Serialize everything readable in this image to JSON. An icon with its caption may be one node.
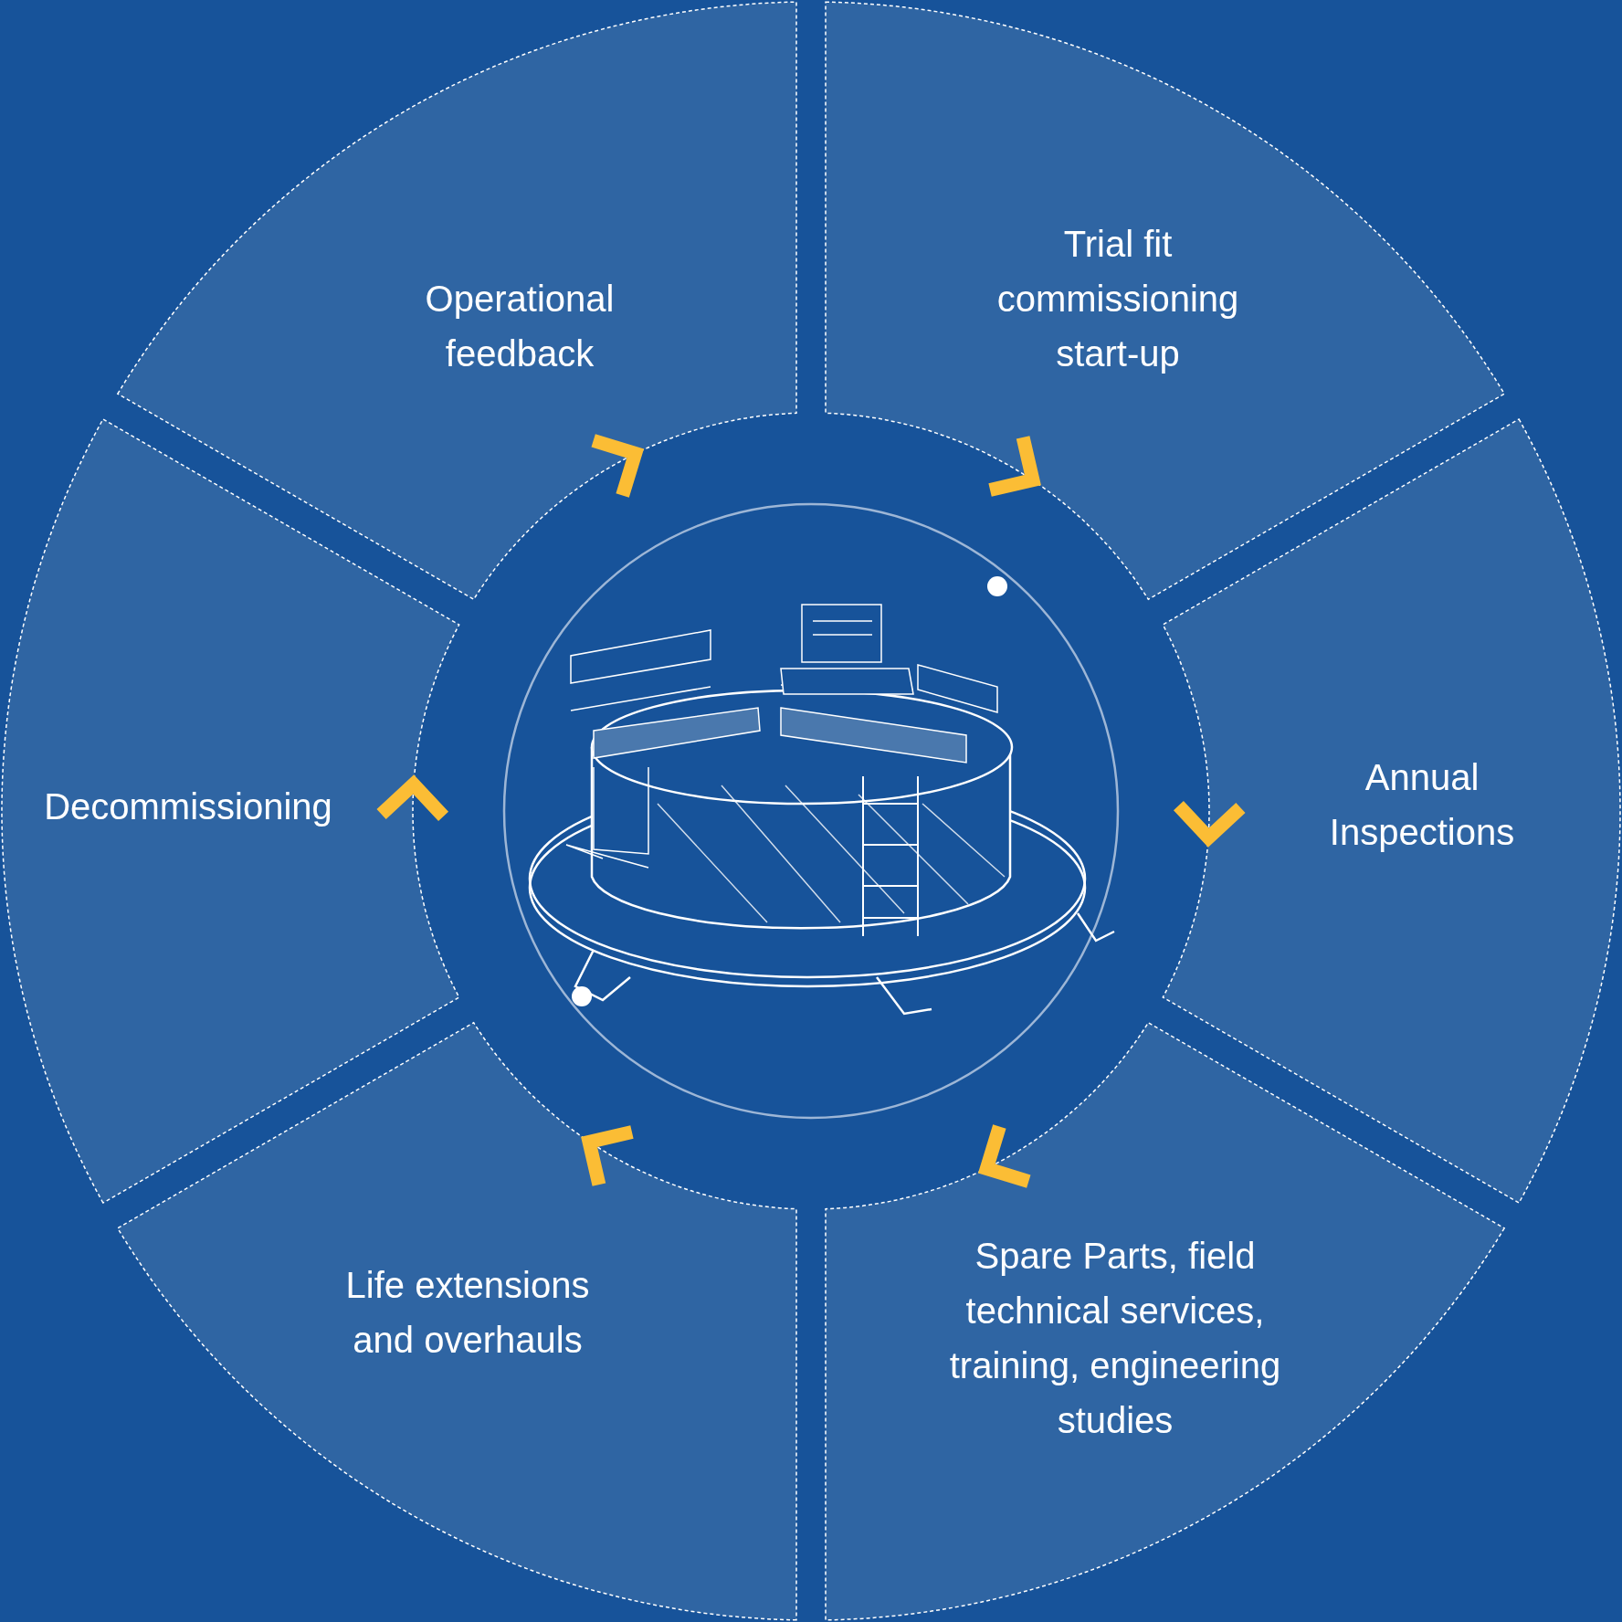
{
  "diagram": {
    "nodes": [
      {
        "text": [
          "Operational feedback"
        ]
      },
      {
        "text": [
          "Trial fit commissioning start-up"
        ]
      },
      {
        "text": [
          "Decommissioning"
        ]
      },
      {
        "text": [
          "Annual Inspections"
        ]
      },
      {
        "text": [
          "Life extensions and overhauls"
        ]
      },
      {
        "text": [
          "Spare Parts, field technical services, training, engineering studies"
        ]
      }
    ]
  }
}
